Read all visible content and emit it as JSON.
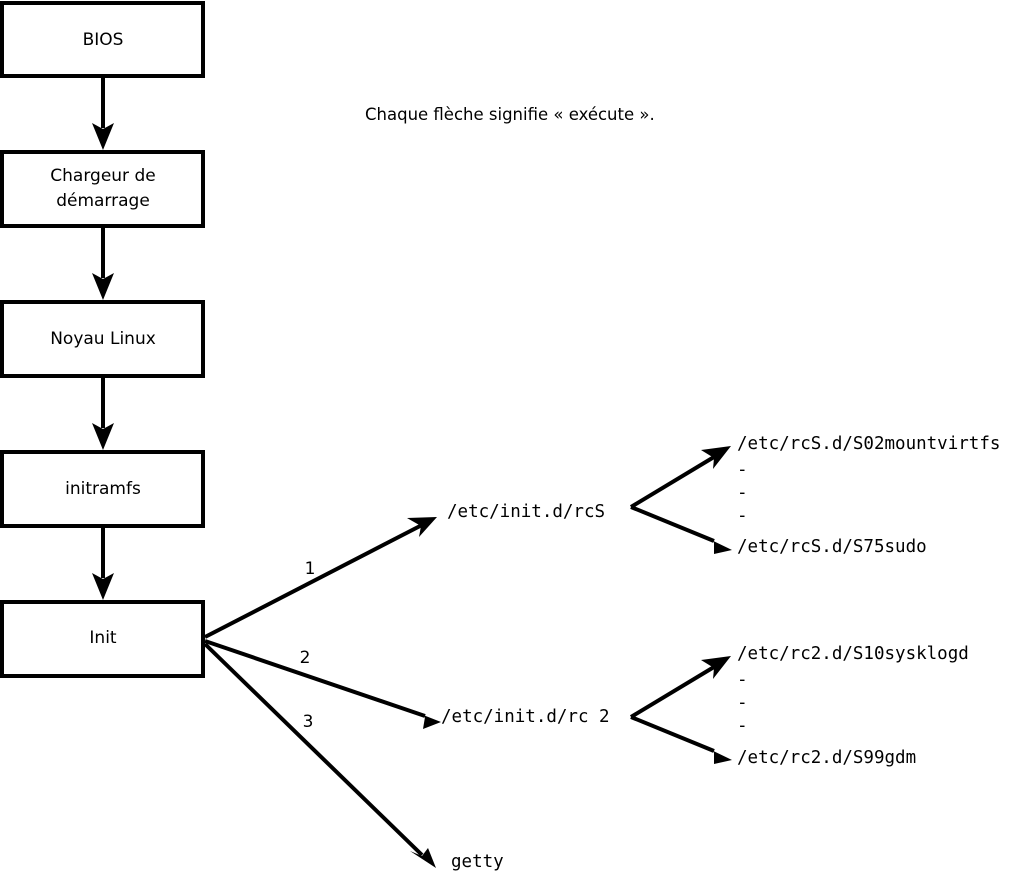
{
  "diagram": {
    "caption": "Chaque flèche signifie « exécute ».",
    "boot_chain": [
      {
        "id": "bios",
        "label": "BIOS"
      },
      {
        "id": "bootloader",
        "label_line1": "Chargeur de",
        "label_line2": "démarrage"
      },
      {
        "id": "kernel",
        "label": "Noyau Linux"
      },
      {
        "id": "initramfs",
        "label": "initramfs"
      },
      {
        "id": "init",
        "label": "Init"
      }
    ],
    "init_branches": [
      {
        "number": "1",
        "target": "/etc/init.d/rcS"
      },
      {
        "number": "2",
        "target": "/etc/init.d/rc 2"
      },
      {
        "number": "3",
        "target": "getty"
      }
    ],
    "rcs_scripts": {
      "first": "/etc/rcS.d/S02mountvirtfs",
      "ellipsis": [
        "-",
        "-",
        "-"
      ],
      "last": "/etc/rcS.d/S75sudo"
    },
    "rc2_scripts": {
      "first": "/etc/rc2.d/S10sysklogd",
      "ellipsis": [
        "-",
        "-",
        "-"
      ],
      "last": "/etc/rc2.d/S99gdm"
    },
    "colors": {
      "stroke": "#000000",
      "fill": "#ffffff",
      "text": "#000000"
    }
  }
}
